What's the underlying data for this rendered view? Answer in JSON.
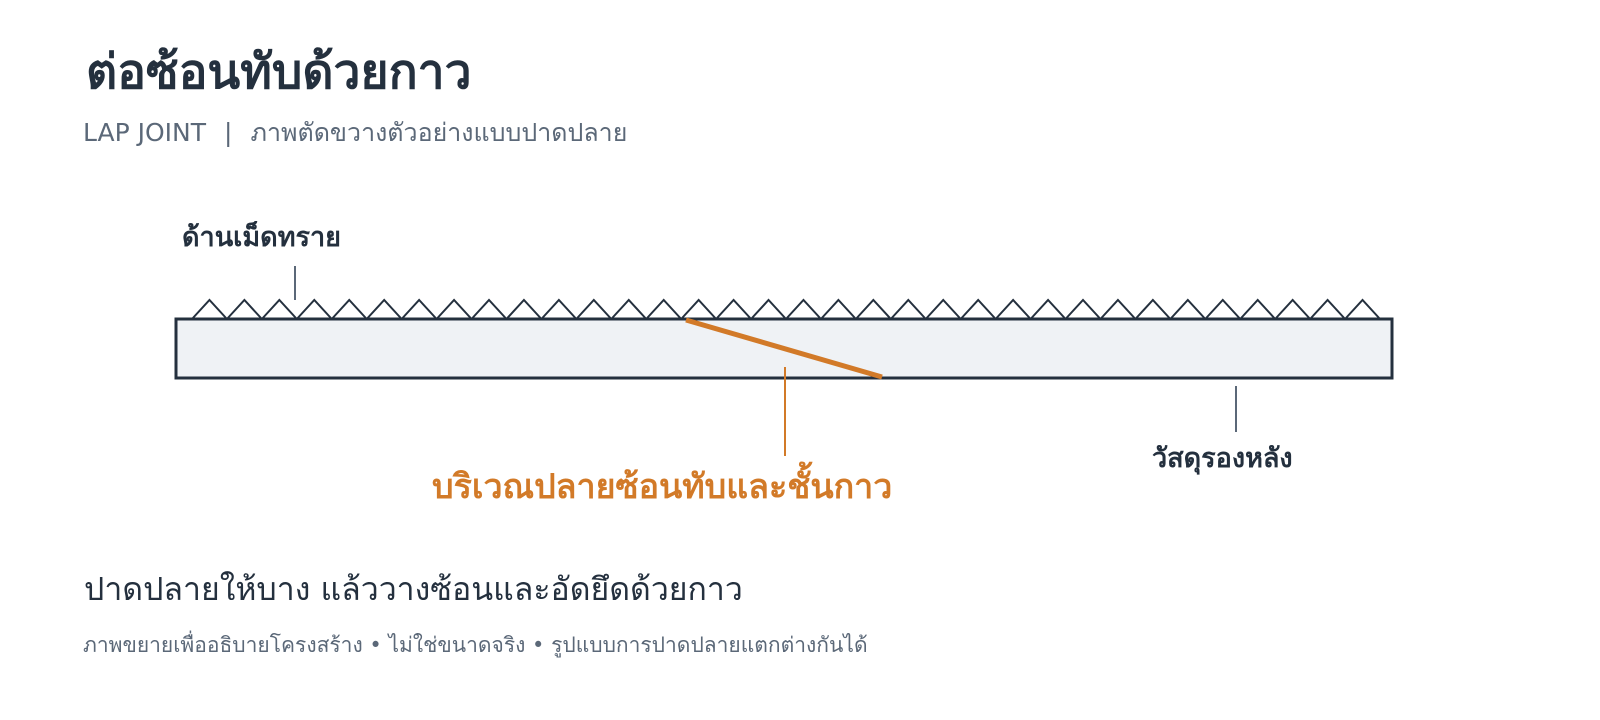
{
  "title": "ต่อซ้อนทับด้วยกาว",
  "subtitle": {
    "english": "LAP JOINT",
    "separator": "|",
    "thai": "ภาพตัดขวางตัวอย่างแบบปาดปลาย"
  },
  "diagram": {
    "labels": {
      "grit_side": "ด้านเม็ดทราย",
      "backing": "วัสดุรองหลัง",
      "lap_area": "บริเวณปลายซ้อนทับและชั้นกาว"
    },
    "grit_tooth_count": 34,
    "colors": {
      "outline": "#24303e",
      "backing_fill": "#eff2f5",
      "accent": "#d27a28",
      "leader": "#5b6878"
    }
  },
  "caption": "ปาดปลายให้บาง แล้ววางซ้อนและอัดยึดด้วยกาว",
  "note": "ภาพขยายเพื่ออธิบายโครงสร้าง • ไม่ใช่ขนาดจริง • รูปแบบการปาดปลายแตกต่างกันได้"
}
